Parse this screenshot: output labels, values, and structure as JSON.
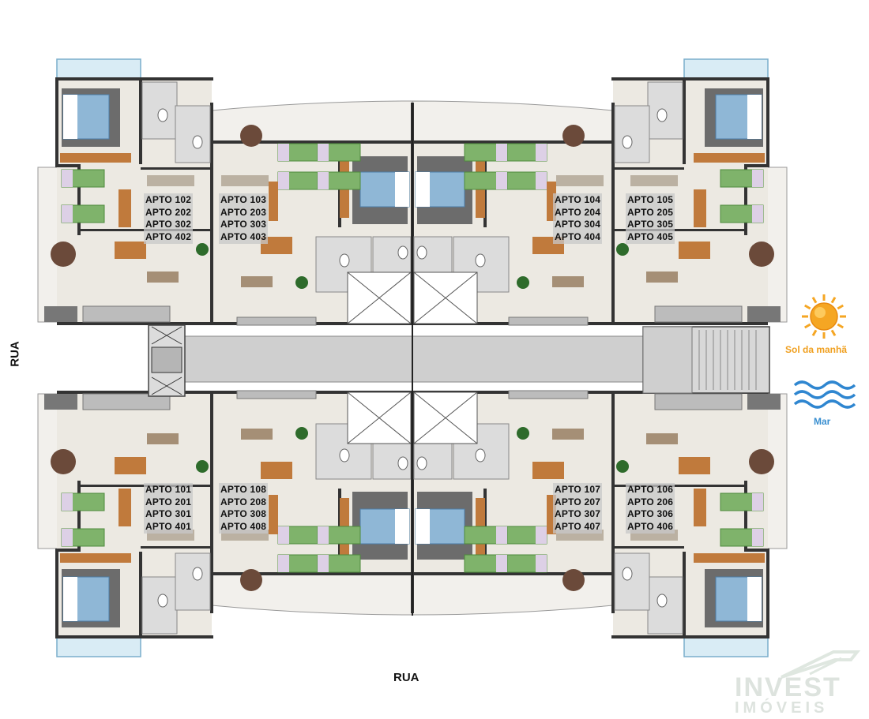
{
  "streets": {
    "left": "RUA",
    "bottom": "RUA"
  },
  "legend": {
    "sun": "Sol da manhã",
    "sea": "Mar"
  },
  "logo": {
    "main": "INVEST",
    "sub": "IMÓVEIS"
  },
  "apartments": {
    "top_left_outer": [
      "APTO 102",
      "APTO 202",
      "APTO 302",
      "APTO 402"
    ],
    "top_left_inner": [
      "APTO 103",
      "APTO 203",
      "APTO 303",
      "APTO 403"
    ],
    "top_right_inner": [
      "APTO 104",
      "APTO 204",
      "APTO 304",
      "APTO 404"
    ],
    "top_right_outer": [
      "APTO 105",
      "APTO 205",
      "APTO 305",
      "APTO 405"
    ],
    "bottom_left_outer": [
      "APTO 101",
      "APTO 201",
      "APTO 301",
      "APTO 401"
    ],
    "bottom_left_inner": [
      "APTO 108",
      "APTO 208",
      "APTO 308",
      "APTO 408"
    ],
    "bottom_right_inner": [
      "APTO 107",
      "APTO 207",
      "APTO 307",
      "APTO 407"
    ],
    "bottom_right_outer": [
      "APTO 106",
      "APTO 206",
      "APTO 306",
      "APTO 406"
    ]
  },
  "colors": {
    "wall": "#333333",
    "floor": "#ece9e2",
    "balcony": "#f2f0ec",
    "corridor": "#cfcfcf",
    "bed": "#8fb7d6",
    "green_bed": "#7fb36b",
    "wood": "#c07a3c"
  }
}
